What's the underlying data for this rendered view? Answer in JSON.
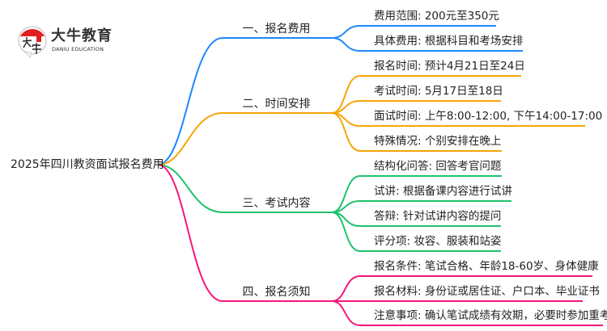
{
  "logo": {
    "name_cn": "大牛教育",
    "name_en": "DANIU EDUCATION",
    "mark_text": "大牛",
    "accent": "#e02020"
  },
  "root": {
    "label": "2025年四川教资面试报名费用"
  },
  "branches": [
    {
      "label": "一、报名费用",
      "color": "#1e88ff",
      "leaves": [
        "费用范围: 200元至350元",
        "具体费用: 根据科目和考场安排"
      ]
    },
    {
      "label": "二、时间安排",
      "color": "#f5a50a",
      "leaves": [
        "报名时间: 预计4月21日至24日",
        "考试时间: 5月17日至18日",
        "面试时间: 上午8:00-12:00, 下午14:00-17:00",
        "特殊情况: 个别安排在晚上"
      ]
    },
    {
      "label": "三、考试内容",
      "color": "#1ec26e",
      "leaves": [
        "结构化问答: 回答考官问题",
        "试讲: 根据备课内容进行试讲",
        "答辩: 针对试讲内容的提问",
        "评分项: 妆容、服装和站姿"
      ]
    },
    {
      "label": "四、报名须知",
      "color": "#f5177a",
      "leaves": [
        "报名条件: 笔试合格、年龄18-60岁、身体健康",
        "报名材料: 身份证或居住证、户口本、毕业证书",
        "注意事项: 确认笔试成绩有效期，必要时参加重考"
      ]
    }
  ]
}
